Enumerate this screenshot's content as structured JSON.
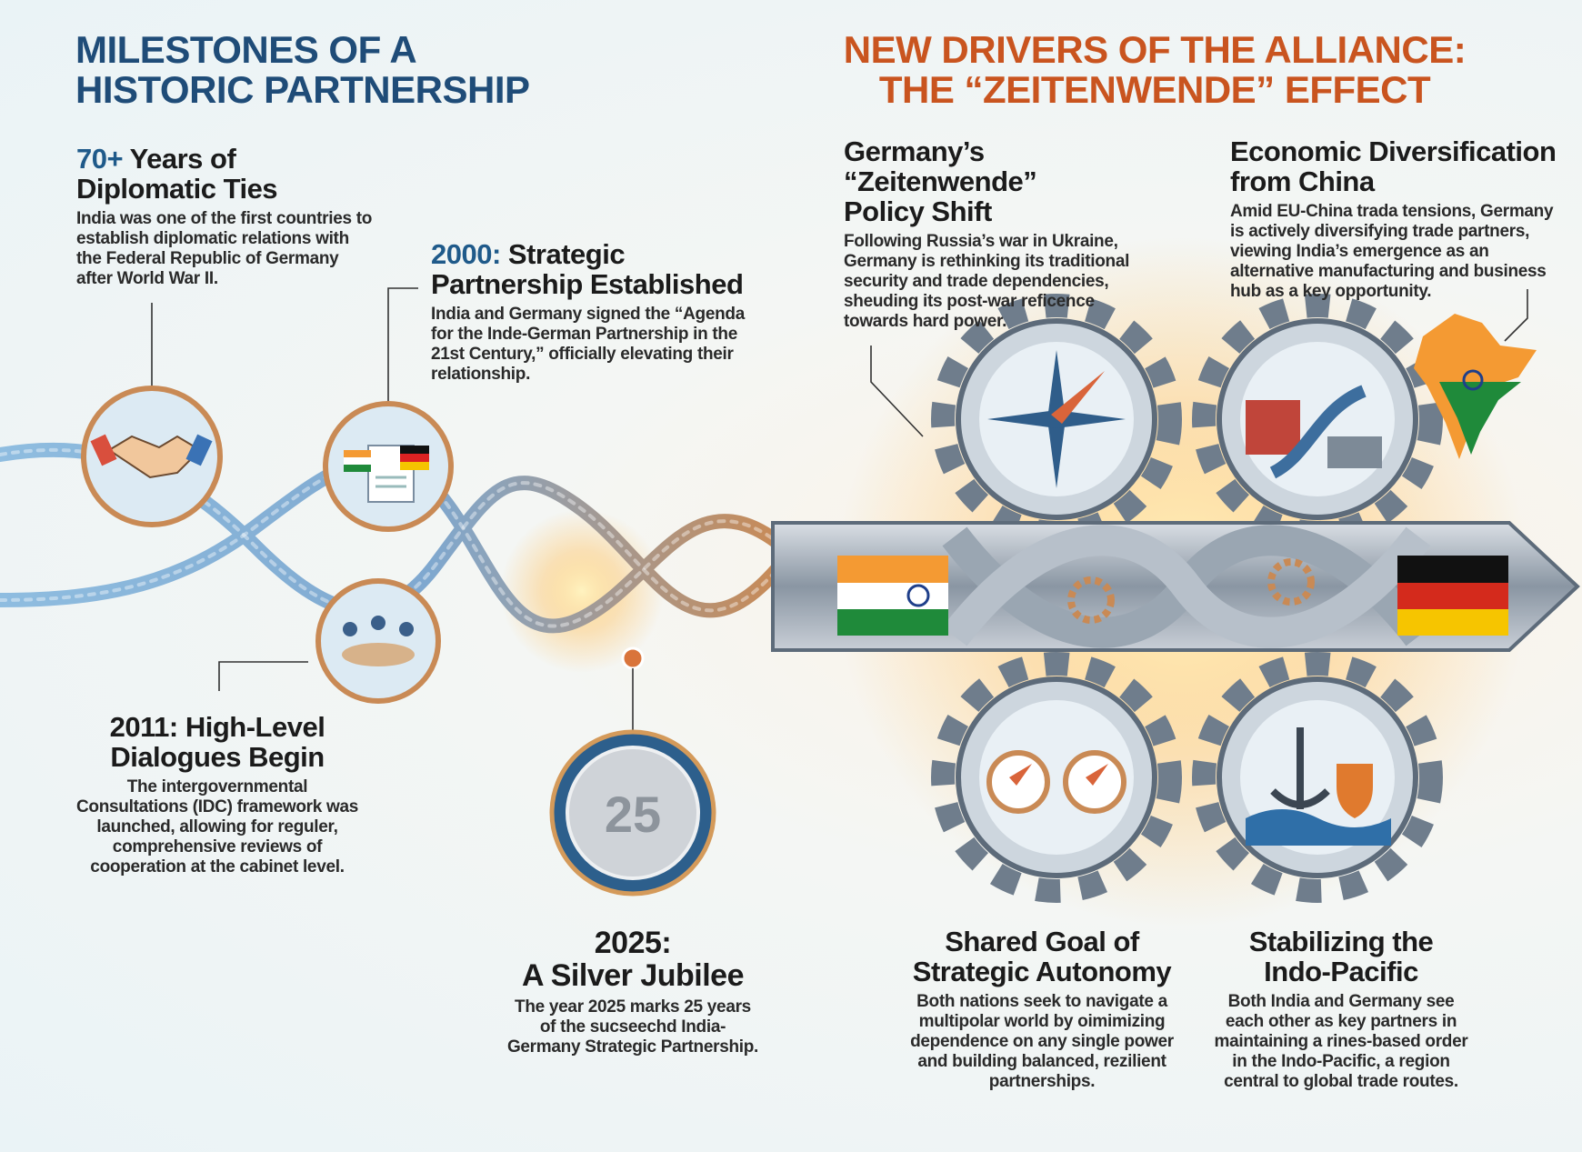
{
  "left_title": {
    "line1": "MILESTONES OF A",
    "line2": "HISTORIC PARTNERSHIP"
  },
  "right_title": {
    "line1": "NEW DRIVERS OF THE ALLIANCE:",
    "line2": "THE “ZEITENWENDE” EFFECT"
  },
  "milestones": [
    {
      "accent": "70+",
      "heading_rest": " Years of",
      "heading_line2": "Diplomatic Ties",
      "body": "India was one of the first countries to establish diplomatic relations with the Federal Republic of Germany after World War II.",
      "icon": "handshake-icon"
    },
    {
      "accent": "2000:",
      "heading_rest": " Strategic",
      "heading_line2": "Partnership Established",
      "body": "India and Germany signed the “Agenda for the Inde-German Partnership in the 21st Century,” officially elevating their relationship.",
      "icon": "documents-flags-icon"
    },
    {
      "heading_line1": "2011: High-Level",
      "heading_line2": "Dialogues Begin",
      "body": "The intergovernmental Consultations (IDC) framework was launched, allowing for reguler, comprehensive reviews of cooperation at the cabinet level.",
      "icon": "meeting-table-icon"
    },
    {
      "heading_line1": "2025:",
      "heading_line2": "A Silver Jubilee",
      "body": "The year 2025 marks 25 years of the sucseechd India-Germany Strategic Partnership.",
      "icon": "silver-coin-icon",
      "coin_number": "25"
    }
  ],
  "drivers": [
    {
      "heading_line1": "Germany’s “Zeitenwende”",
      "heading_line2": "Policy Shift",
      "body": "Following Russia’s war in Ukraine, Germany is rethinking its traditional security and trade dependencies, sheuding its post-war reficence towards hard power.",
      "icon": "compass-icon"
    },
    {
      "heading_line1": "Economic Diversification",
      "heading_line2": "from China",
      "body": "Amid EU-China trada tensions, Germany is actively diversifying trade partners, viewing India’s emergence as an alternative manufacturing and business hub as a key opportunity.",
      "icon": "wall-factory-arrow-icon"
    },
    {
      "heading_line1": "Shared Goal of",
      "heading_line2": "Strategic Autonomy",
      "body": "Both nations seek to navigate a multipolar world by oimimizing dependence on any single power and building balanced, rezilient partnerships.",
      "icon": "twin-compass-icon"
    },
    {
      "heading_line1": "Stabilizing the",
      "heading_line2": "Indo-Pacific",
      "body": "Both India and Germany see each other as key partners in maintaining a rines-based order in the Indo-Pacific, a region central to global trade routes.",
      "icon": "anchor-shield-icon"
    }
  ],
  "colors": {
    "left_title": "#1f4c78",
    "right_title": "#c9541f",
    "rope_blue": "#7fb0d8",
    "rope_orange": "#c98a55",
    "gear": "#6f7d8c"
  }
}
